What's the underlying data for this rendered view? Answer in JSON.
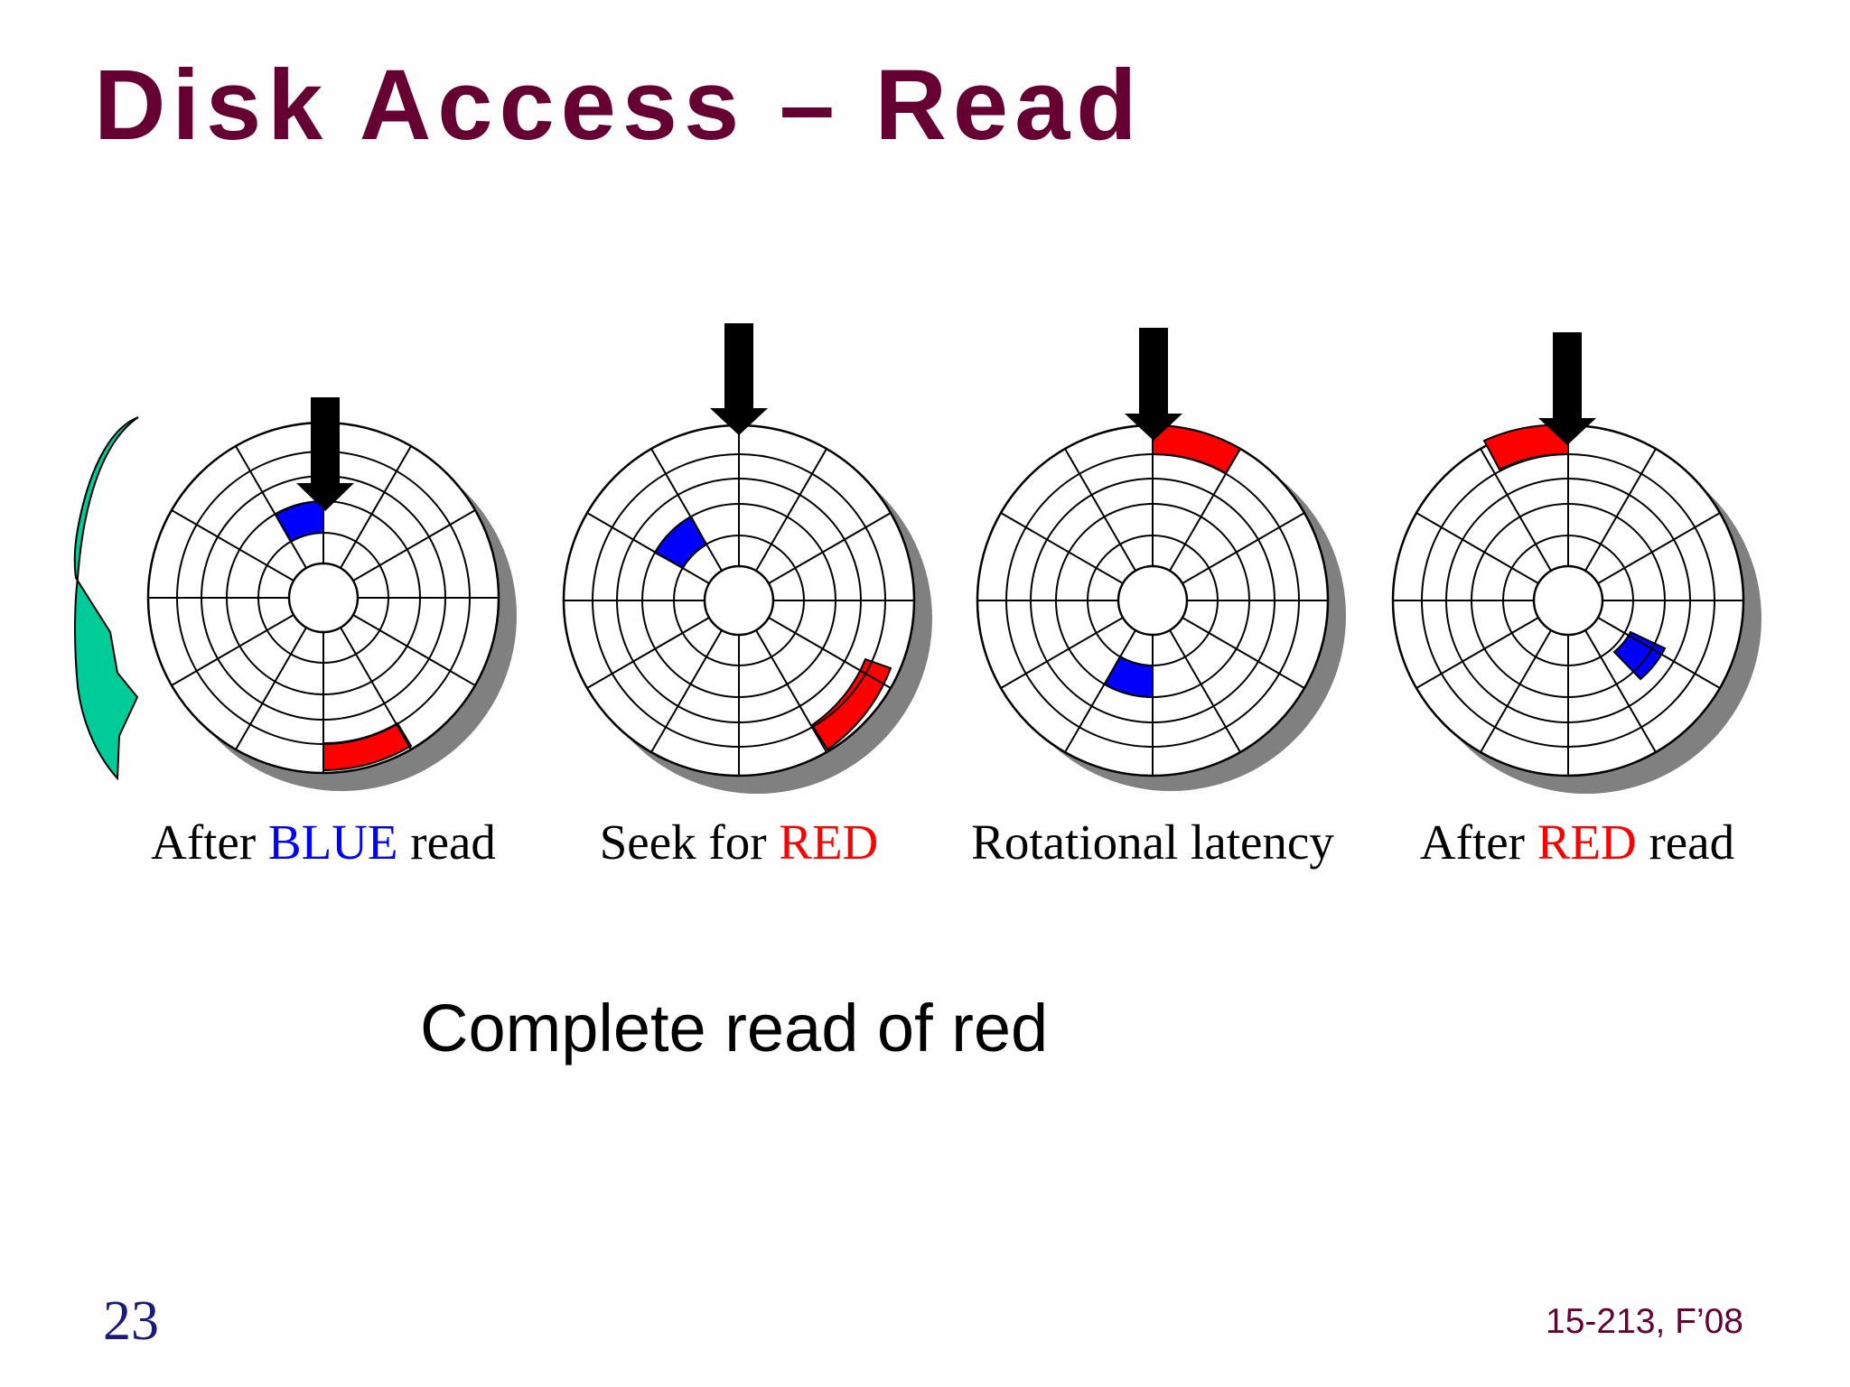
{
  "slide": {
    "title": "Disk Access – Read",
    "subtitle": "Complete read of red",
    "slide_number": "23",
    "course_label": "15-213, F’08"
  },
  "captions": [
    {
      "before": "After ",
      "highlight": "BLUE",
      "highlight_color": "#0000ff",
      "after": " read"
    },
    {
      "before": "Seek for ",
      "highlight": "RED",
      "highlight_color": "#ff0000",
      "after": ""
    },
    {
      "before": "Rotational latency",
      "highlight": "",
      "highlight_color": "",
      "after": ""
    },
    {
      "before": "After ",
      "highlight": "RED",
      "highlight_color": "#ff0000",
      "after": " read"
    }
  ],
  "colors": {
    "title": "#660033",
    "sector_blue": "#0000ff",
    "sector_red": "#ff0000",
    "disk_shadow": "#808080",
    "rotation_arrow": "#00cc99",
    "head_arrow": "#000000"
  },
  "icons": {
    "head": "down-arrow-icon",
    "rotation": "curved-rotation-arrow-icon"
  }
}
